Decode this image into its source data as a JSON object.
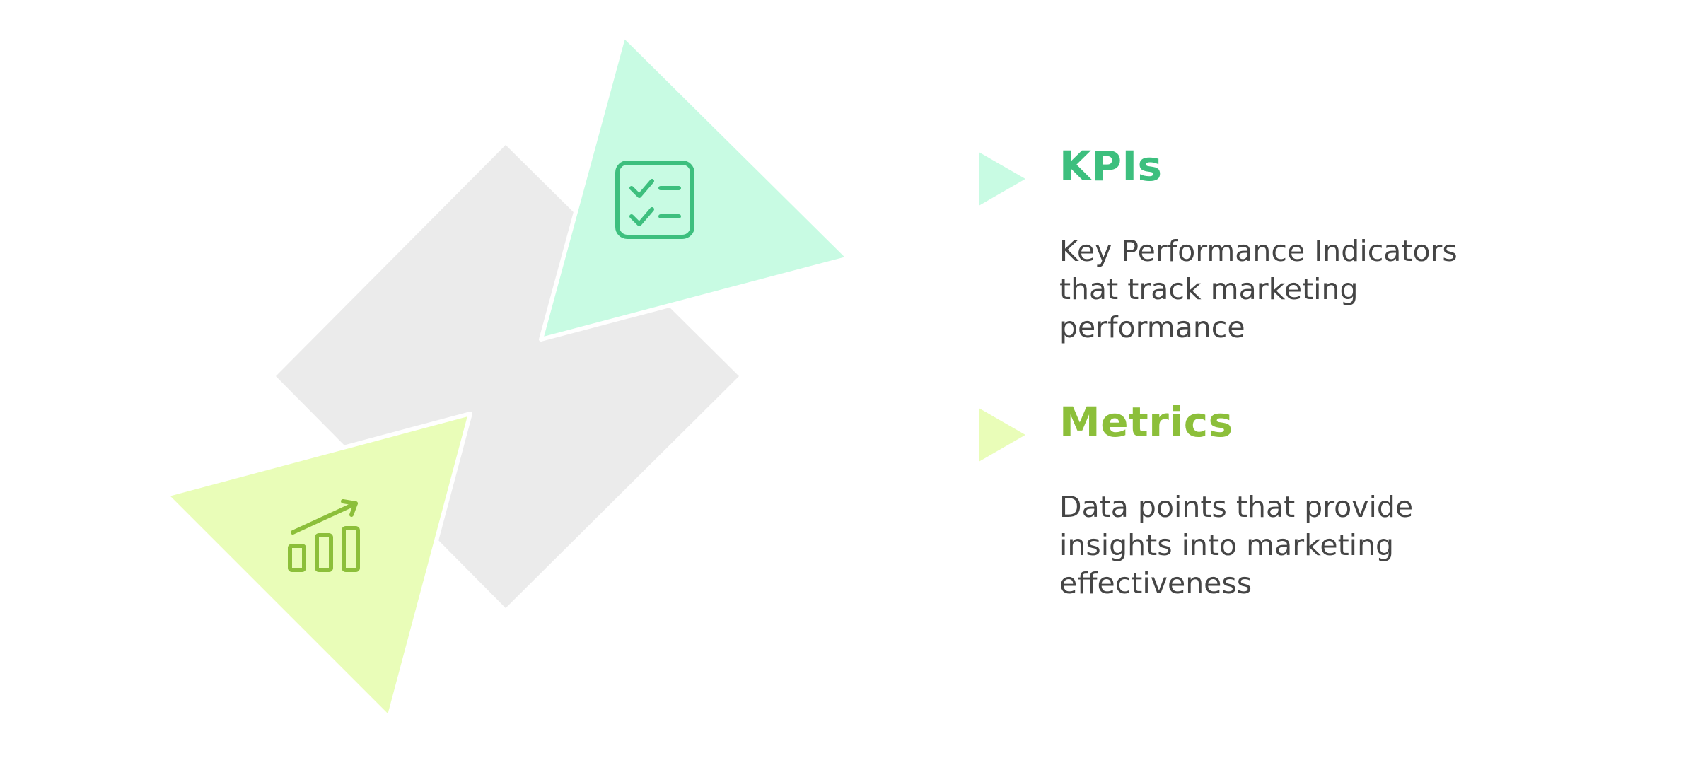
{
  "items": [
    {
      "title": "KPIs",
      "description": "Key Performance Indicators that track marketing performance",
      "icon": "checklist-icon",
      "fill_color": "#c8fbe3",
      "accent_color": "#3dbf7e"
    },
    {
      "title": "Metrics",
      "description": "Data points that provide insights into marketing effectiveness",
      "icon": "growth-bar-chart-icon",
      "fill_color": "#e9fdb8",
      "accent_color": "#8cbf3a"
    }
  ],
  "background_shape_color": "#ebebeb"
}
